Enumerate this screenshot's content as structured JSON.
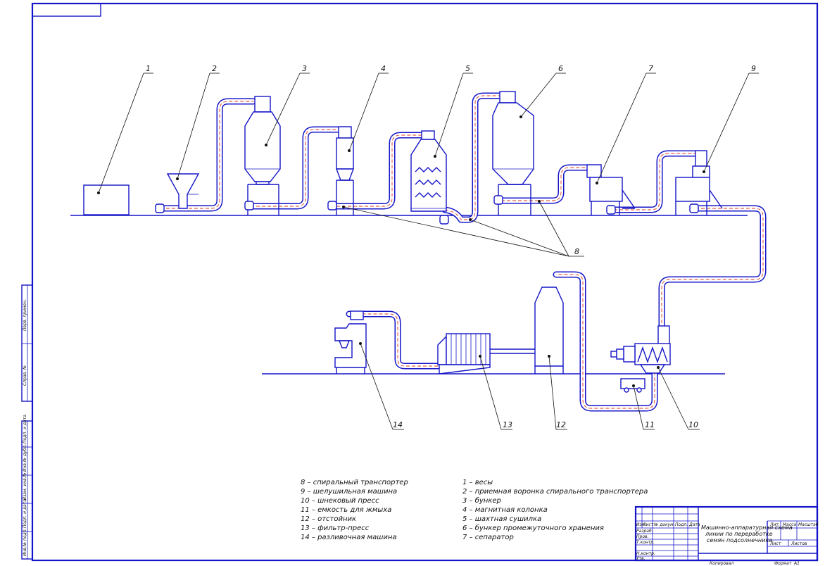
{
  "callouts": {
    "n1": "1",
    "n2": "2",
    "n3": "3",
    "n4": "4",
    "n5": "5",
    "n6": "6",
    "n7": "7",
    "n8": "8",
    "n9": "9",
    "n10": "10",
    "n11": "11",
    "n12": "12",
    "n13": "13",
    "n14": "14"
  },
  "legend_left": [
    "8 – спиральный транспортер",
    "9 – шелушильная машина",
    "10 – шнековый пресс",
    "11 – емкость для жмыха",
    "12 – отстойник",
    "13 – фильтр-пресс",
    "14 – разливочная машина"
  ],
  "legend_right": [
    "1 – весы",
    "2 – приемная воронка спирального транспортера",
    "3 – бункер",
    "4 – магнитная колонка",
    "5 – шахтная сушилка",
    "6 – бункер промежуточного хранения",
    "7 – сепаратор"
  ],
  "title_block": {
    "title_lines": [
      "Машинно-аппаратурная схема",
      "линии по переработке",
      "семян подсолнечника"
    ],
    "lit": "Лит.",
    "massa": "Масса",
    "masshtab": "Масштаб",
    "list": "Лист",
    "listov": "Листов",
    "izm": "Изм",
    "list_col": "Лист",
    "dokum": "№ докум.",
    "podp": "Подп.",
    "data_col": "Дата",
    "razrab": "Разраб.",
    "prov": "Пров.",
    "tkontr": "Т.контр.",
    "nkontr": "Н.контр.",
    "utv": "Утв.",
    "kopiroval": "Копировал",
    "format": "Формат",
    "format_val": "А1"
  },
  "side_stamp": [
    "Инв.№ подл.",
    "Подп. и дата",
    "Взам. инв.№",
    "Инв.№ дубл.",
    "Подп. и дата",
    "Справ. №",
    "Перв. примен."
  ]
}
